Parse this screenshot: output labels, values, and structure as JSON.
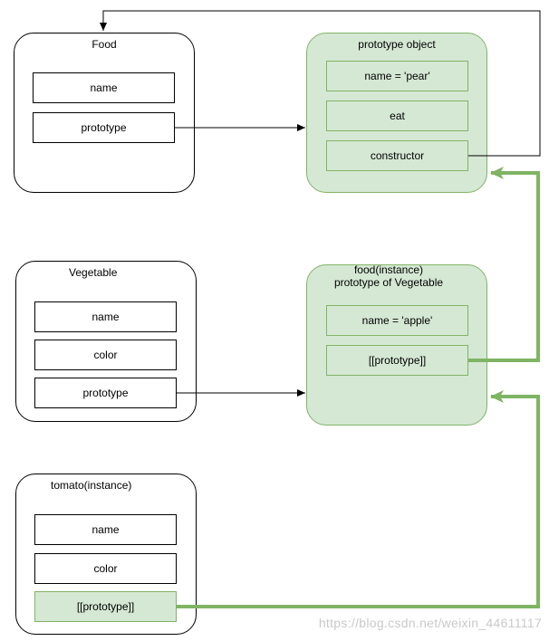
{
  "groups": {
    "food": {
      "title": "Food",
      "fields": [
        "name",
        "prototype"
      ]
    },
    "prototype_object": {
      "title": "prototype object",
      "fields": [
        "name = 'pear'",
        "eat",
        "constructor"
      ]
    },
    "vegetable": {
      "title": "Vegetable",
      "fields": [
        "name",
        "color",
        "prototype"
      ]
    },
    "food_instance": {
      "title_line1": "food(instance)",
      "title_line2": "prototype of Vegetable",
      "fields": [
        "name = 'apple'",
        "[[prototype]]"
      ]
    },
    "tomato": {
      "title": "tomato(instance)",
      "fields": [
        "name",
        "color",
        "[[prototype]]"
      ]
    }
  },
  "colors": {
    "green_fill": "#d5e8d4",
    "green_stroke": "#82b366",
    "thick_arrow": "#7fb463",
    "line": "#000000"
  },
  "watermark": "https://blog.csdn.net/weixin_44611117"
}
